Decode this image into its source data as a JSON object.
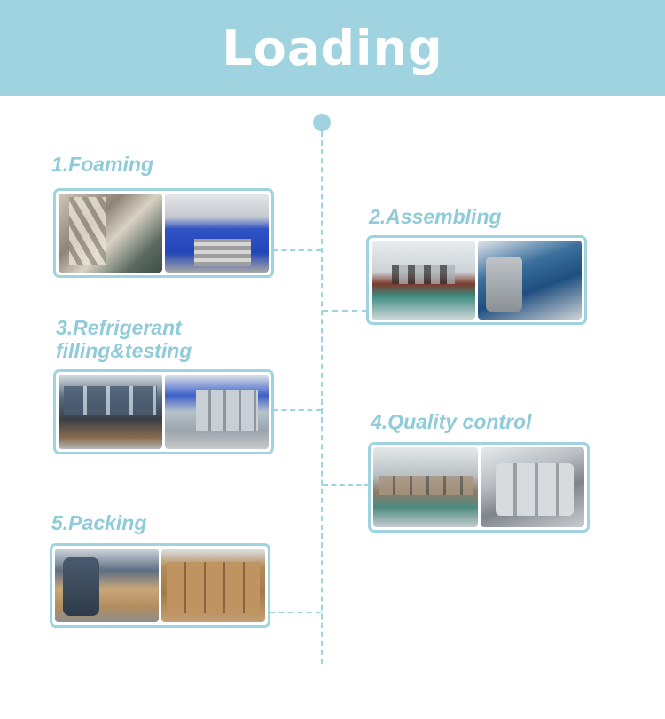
{
  "banner": {
    "title": "Loading"
  },
  "steps": [
    {
      "label": "1.Foaming",
      "photos": [
        "foaming-machines",
        "foaming-panels"
      ]
    },
    {
      "label": "2.Assembling",
      "photos": [
        "assembly-line",
        "worker-assembling"
      ]
    },
    {
      "label_line1": "3.Refrigerant",
      "label_line2": "filling&testing",
      "photos": [
        "refrigerant-station",
        "testing-line"
      ]
    },
    {
      "label": "4.Quality control",
      "photos": [
        "qc-line",
        "qc-inspection"
      ]
    },
    {
      "label": "5.Packing",
      "photos": [
        "packing-worker",
        "packed-cartons"
      ]
    }
  ],
  "colors": {
    "accent": "#9fd3df",
    "label": "#8fcbd9",
    "banner_text": "#ffffff"
  }
}
